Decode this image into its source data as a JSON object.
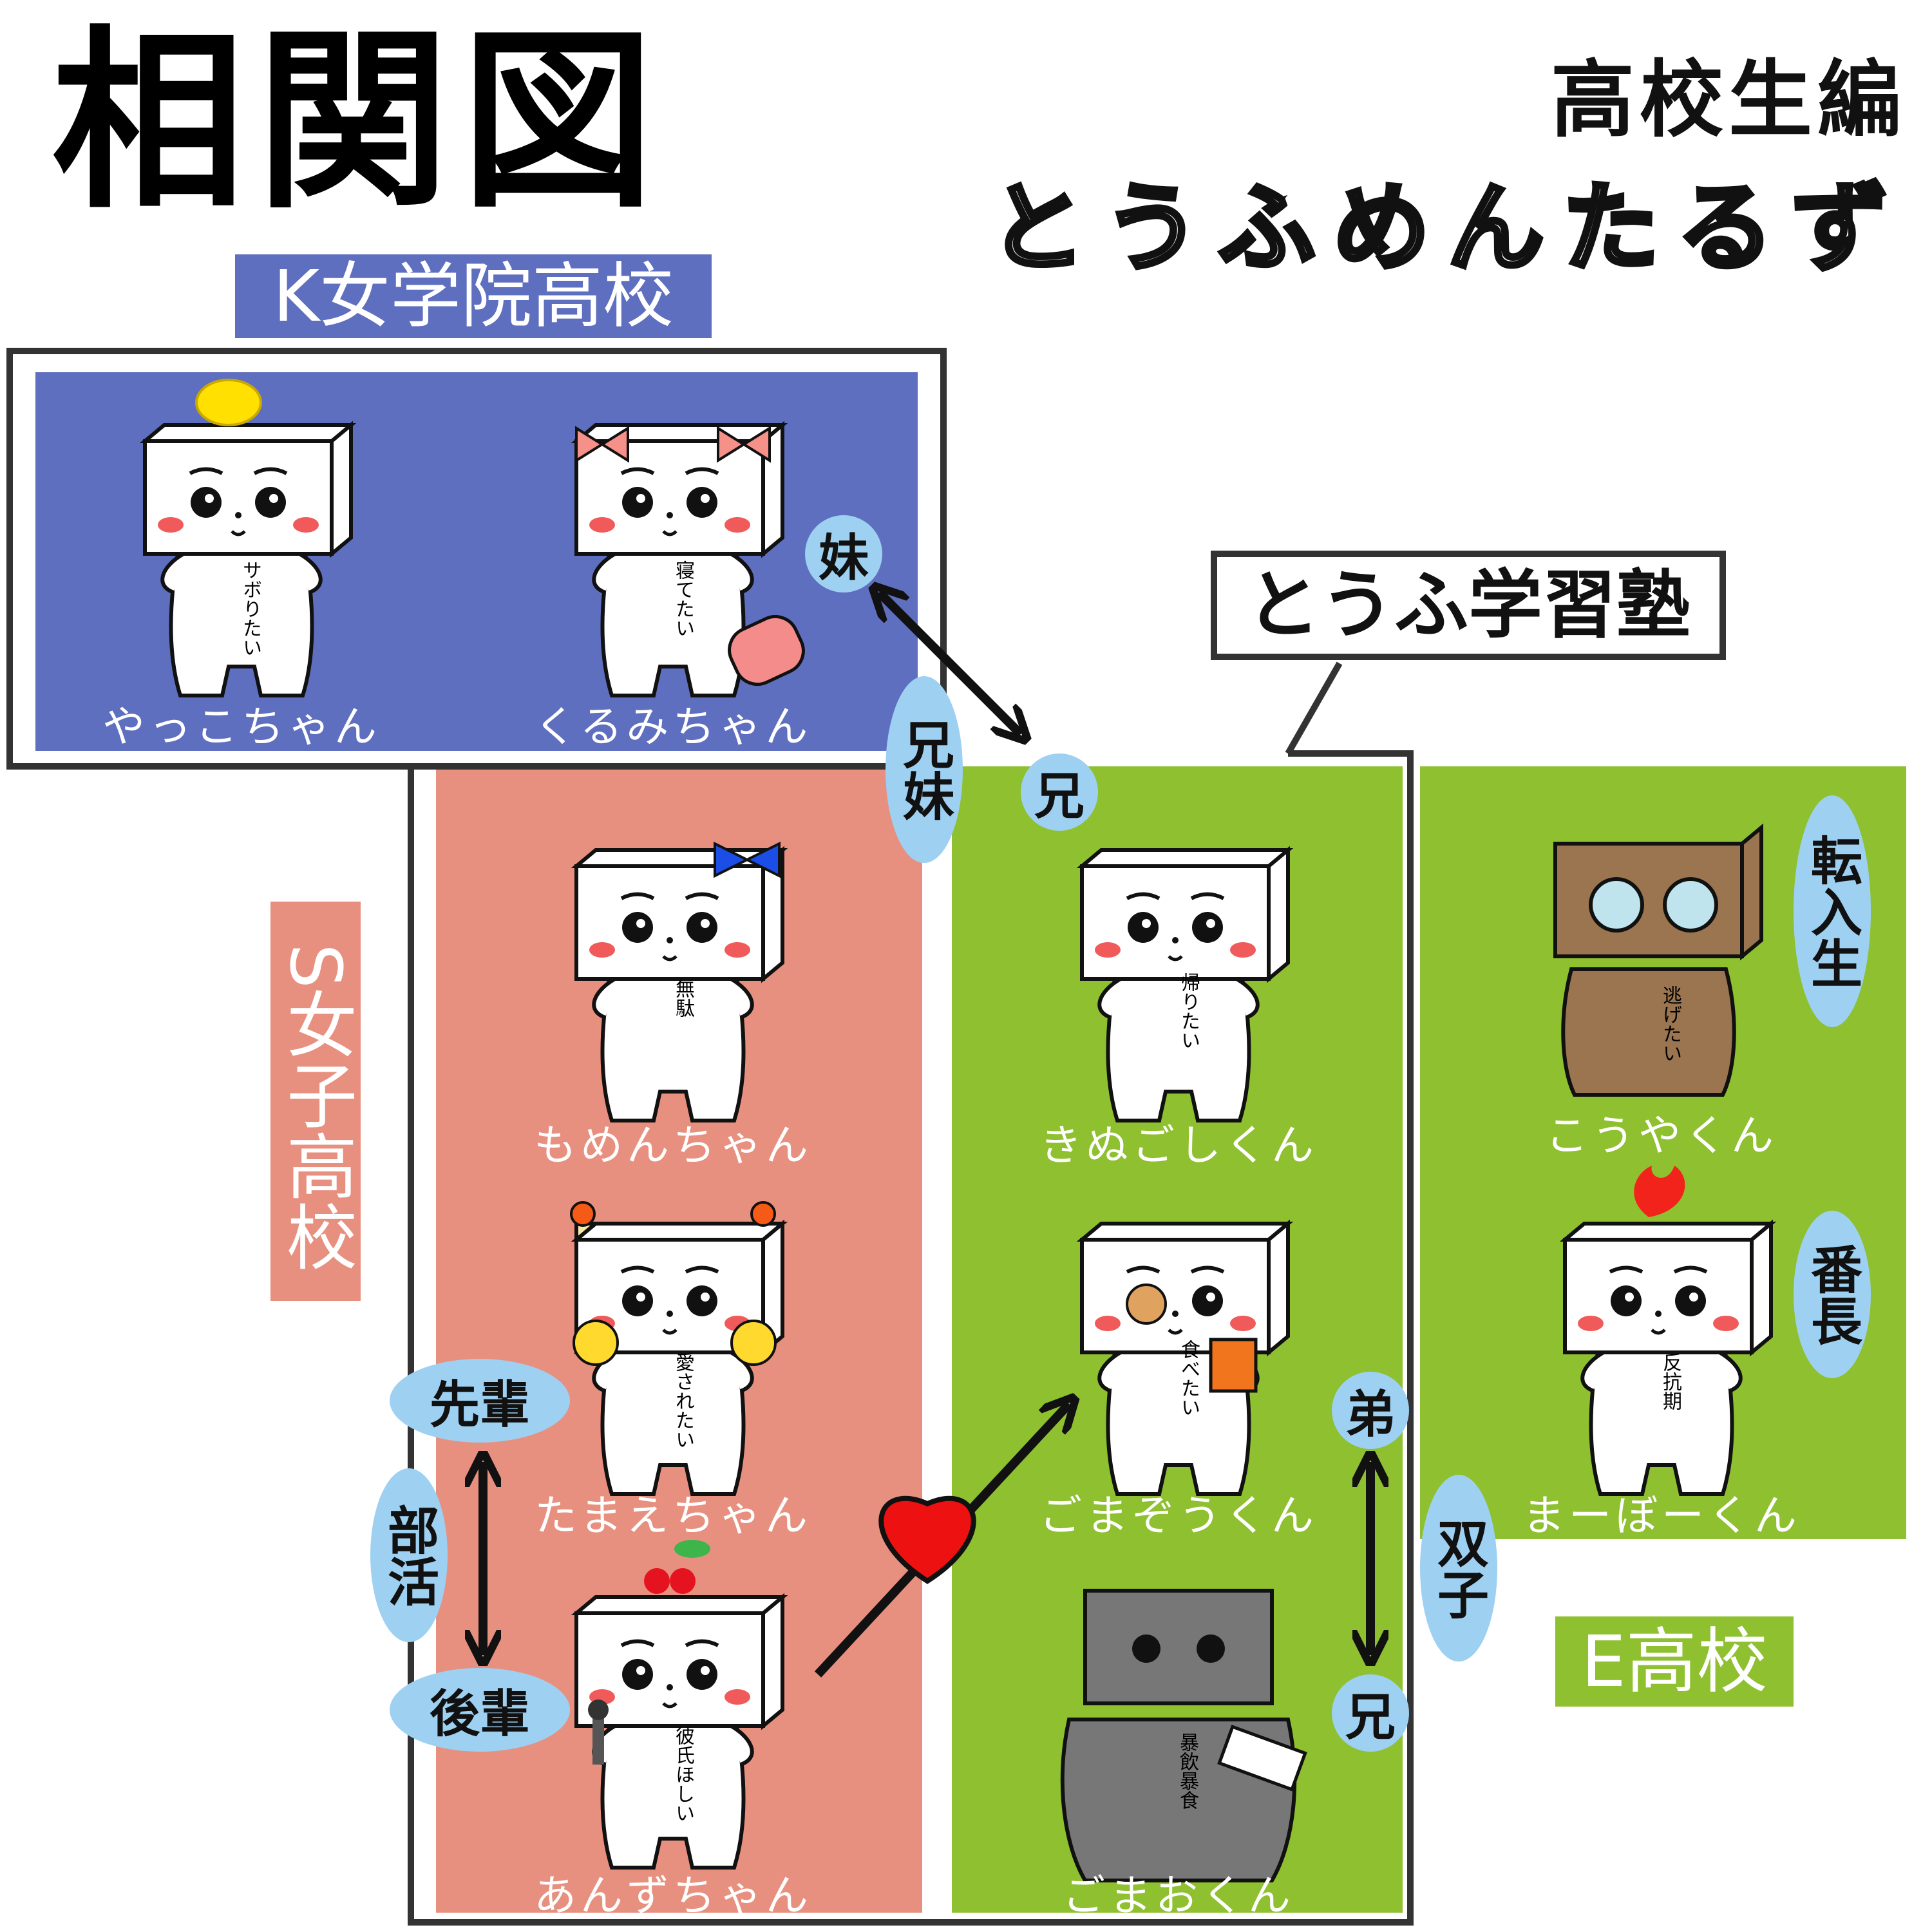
{
  "title": "相関図",
  "subtitle": "高校生編",
  "brand": "とうふめんたるず",
  "groups": {
    "k_school": "K女学院高校",
    "s_school": "S女子高校",
    "e_school": "E高校",
    "juku": "とうふ学習塾"
  },
  "colors": {
    "k_school": "#5f6fbf",
    "s_school": "#e8907f",
    "e_school": "#8ec030",
    "bubble": "#9ed0f2"
  },
  "characters": [
    {
      "name": "やっこちゃん",
      "shirt": "サボりたい",
      "accessory": "yellow-pompom"
    },
    {
      "name": "くるみちゃん",
      "shirt": "寝てたい",
      "accessory": "pink-bows"
    },
    {
      "name": "もめんちゃん",
      "shirt": "無駄",
      "accessory": "blue-bow"
    },
    {
      "name": "たまえちゃん",
      "shirt": "愛されたい",
      "accessory": "orange-pompoms"
    },
    {
      "name": "あんずちゃん",
      "shirt": "彼氏ほしい",
      "accessory": "cherry"
    },
    {
      "name": "きぬごしくん",
      "shirt": "帰りたい",
      "accessory": "none"
    },
    {
      "name": "ごまぞうくん",
      "shirt": "食べたい",
      "accessory": "cookie-cup"
    },
    {
      "name": "ごまおくん",
      "shirt": "暴飲暴食",
      "accessory": "milk-carton"
    },
    {
      "name": "こうやくん",
      "shirt": "逃げたい",
      "accessory": "glasses"
    },
    {
      "name": "まーぼーくん",
      "shirt": "反抗期",
      "accessory": "flame"
    }
  ],
  "relations": {
    "imouto": "妹",
    "kyodai": "兄妹",
    "ani_top": "兄",
    "senpai": "先輩",
    "bukatsu": "部活",
    "kohai": "後輩",
    "otouto": "弟",
    "futago": "双子",
    "ani_bottom": "兄",
    "tennyusei": "転入生",
    "bancho": "番長"
  }
}
